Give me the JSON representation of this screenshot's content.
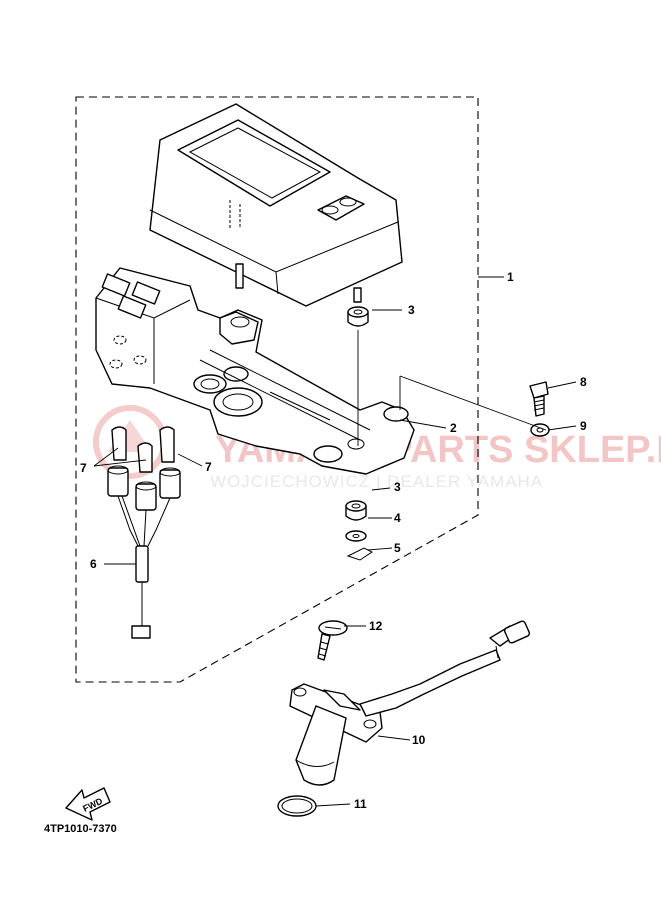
{
  "diagram_code": "4TP1010-7370",
  "fwd_label": "FWD",
  "watermark": {
    "brand": "YAMAHA PARTS SKLEP.PL",
    "subtitle": "WOJCIECHOWICZ | DEALER YAMAHA"
  },
  "callouts": [
    "1",
    "2",
    "3",
    "3",
    "4",
    "5",
    "6",
    "7",
    "7",
    "8",
    "9",
    "10",
    "11",
    "12"
  ],
  "colors": {
    "line": "#000000",
    "background": "#ffffff",
    "watermark": "#f2c6c6"
  }
}
